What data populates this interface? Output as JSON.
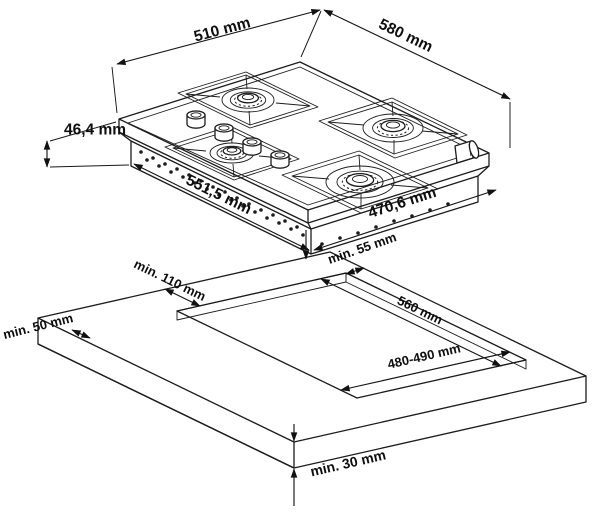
{
  "diagram": {
    "kind": "gas-hob-installation-drawing",
    "colors": {
      "line": "#1c1c1c",
      "background": "#ffffff"
    },
    "labels": {
      "hob_depth": "510 mm",
      "hob_width": "580 mm",
      "hob_height": "46,4 mm",
      "body_width": "551,5 mm",
      "body_depth": "470,6 mm",
      "clearance_rear": "min. 55 mm",
      "clearance_side": "min. 110 mm",
      "cutout_width": "560 mm",
      "clearance_front": "min. 50 mm",
      "cutout_depth": "480-490 mm",
      "worktop_thickness": "min. 30 mm"
    }
  }
}
